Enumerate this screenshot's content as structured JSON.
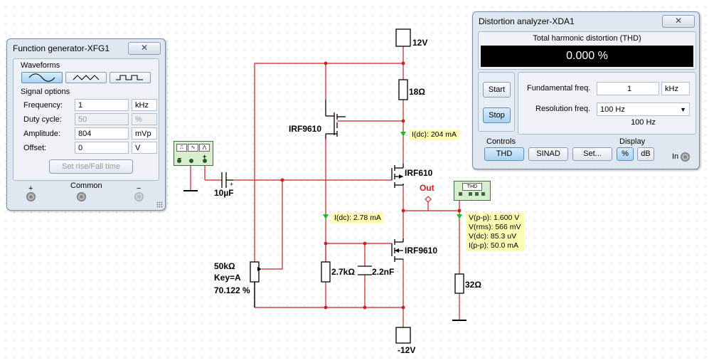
{
  "labels": {
    "vcc": "12V",
    "vee": "-12V",
    "r_top": "18Ω",
    "q_left_top": "IRF9610",
    "q_mid": "IRF610",
    "q_bottom": "IRF9610",
    "cap_in": "10µF",
    "out": "Out",
    "r_bias": "2.7kΩ",
    "c_bias": "2.2nF",
    "r_load": "32Ω",
    "pot_value": "50kΩ",
    "pot_key": "Key=A",
    "pot_percent": "70.122 %",
    "thd_instrument": "THD",
    "ground_label": "In"
  },
  "probes": {
    "p1": {
      "line1": "I(dc): 204 mA"
    },
    "p2": {
      "line1": "I(dc): 2.78 mA"
    },
    "p3": {
      "line1": "V(p-p): 1.600 V",
      "line2": "V(rms): 566 mV",
      "line3": "V(dc): 85.3 uV",
      "line4": "I(p-p): 50.0 mA"
    }
  },
  "function_generator": {
    "title": "Function generator-XFG1",
    "close_glyph": "✕",
    "waveforms_label": "Waveforms",
    "waveforms": [
      "sine",
      "triangle",
      "square"
    ],
    "selected_waveform": "sine",
    "signal_options_label": "Signal options",
    "frequency": {
      "label": "Frequency:",
      "value": "1",
      "unit": "kHz"
    },
    "duty_cycle": {
      "label": "Duty cycle:",
      "value": "50",
      "unit": "%"
    },
    "amplitude": {
      "label": "Amplitude:",
      "value": "804",
      "unit": "mVp"
    },
    "offset": {
      "label": "Offset:",
      "value": "0",
      "unit": "V"
    },
    "set_rise_fall": "Set rise/Fall time",
    "plus": "+",
    "common": "Common",
    "minus": "−"
  },
  "distortion_analyzer": {
    "title": "Distortion analyzer-XDA1",
    "close_glyph": "✕",
    "thd_heading": "Total harmonic distortion (THD)",
    "display_value": "0.000 %",
    "start": "Start",
    "stop": "Stop",
    "fundamental_label": "Fundamental freq.",
    "fundamental_value": "1",
    "fundamental_unit": "kHz",
    "resolution_label": "Resolution freq.",
    "resolution_selected": "100 Hz",
    "resolution_readout": "100 Hz",
    "controls_label": "Controls",
    "thd_btn": "THD",
    "sinad_btn": "SINAD",
    "set_btn": "Set...",
    "display_label": "Display",
    "percent_btn": "%",
    "db_btn": "dB",
    "in_label": "In"
  },
  "colors": {
    "wire": "#cc1f1f",
    "component": "#000000",
    "probe_bg": "#fffbb3",
    "probe_arrow": "#22bb22",
    "out_label": "#cc1f1f"
  }
}
